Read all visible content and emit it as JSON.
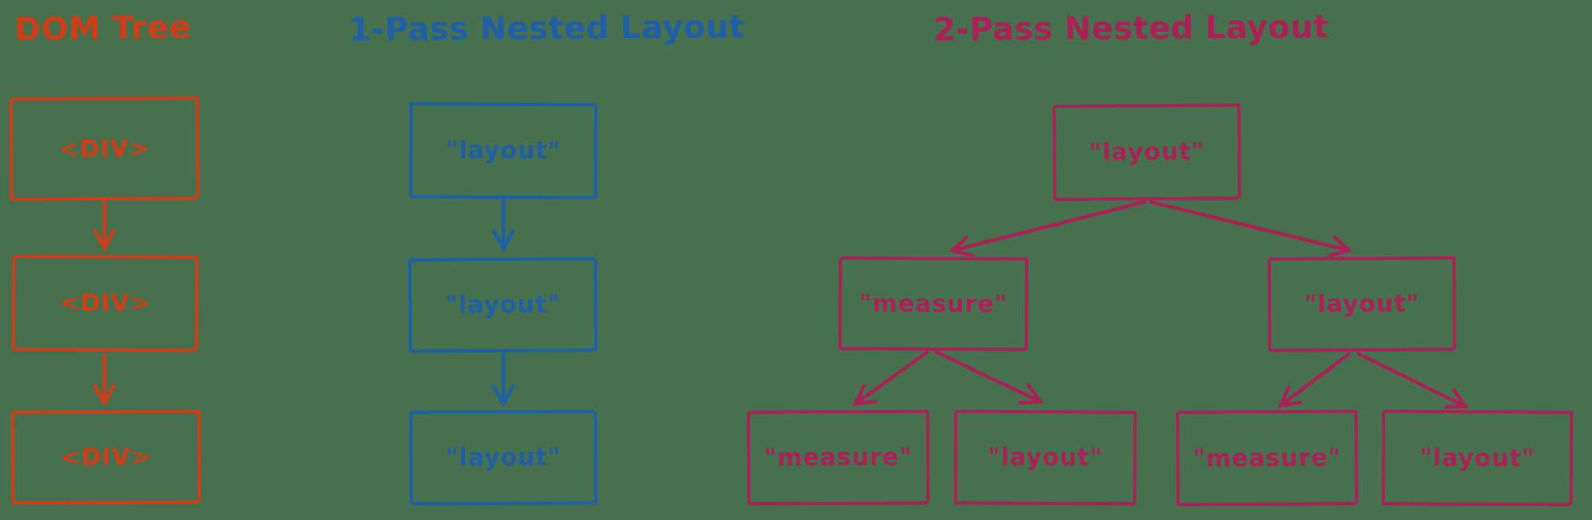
{
  "background_color": "#47704e",
  "sections": {
    "dom_tree": {
      "title": "DOM Tree",
      "color": "#cf3e16",
      "nodes": [
        {
          "label": "<DIV>"
        },
        {
          "label": "<DIV>"
        },
        {
          "label": "<DIV>"
        }
      ]
    },
    "one_pass": {
      "title": "1-Pass Nested Layout",
      "color": "#1e5fa8",
      "nodes": [
        {
          "label": "\"layout\""
        },
        {
          "label": "\"layout\""
        },
        {
          "label": "\"layout\""
        }
      ]
    },
    "two_pass": {
      "title": "2-Pass Nested Layout",
      "color": "#ab2157",
      "root": {
        "label": "\"layout\""
      },
      "children": [
        {
          "label": "\"measure\""
        },
        {
          "label": "\"layout\""
        }
      ],
      "grandchildren": [
        {
          "label": "\"measure\""
        },
        {
          "label": "\"layout\""
        },
        {
          "label": "\"measure\""
        },
        {
          "label": "\"layout\""
        }
      ]
    }
  }
}
